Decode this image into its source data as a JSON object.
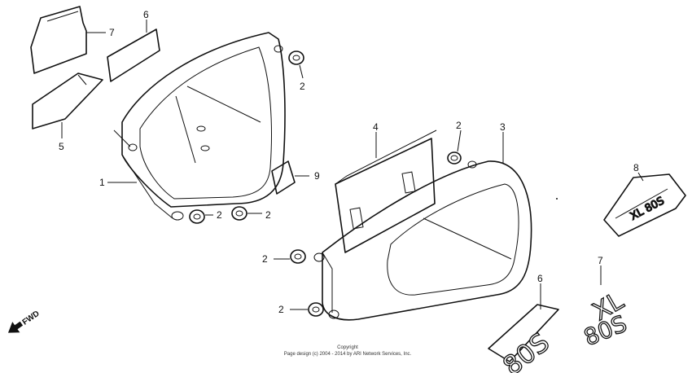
{
  "diagram": {
    "callouts": {
      "c2a": "2",
      "c2b": "2",
      "c2c": "2",
      "c2d": "2",
      "c2e": "2",
      "c2f": "2",
      "c1": "1",
      "c3": "3",
      "c4": "4",
      "c5": "5",
      "c6a": "6",
      "c6b": "6",
      "c7a": "7",
      "c7b": "7",
      "c8": "8",
      "c9": "9"
    },
    "direction_label": "FWD",
    "emblem_8": "XL 80S",
    "emblem_6": "80S",
    "emblem_7_top": "XL",
    "emblem_7_bottom": "80S",
    "copyright": {
      "line1": "Copyright",
      "line2": "Page design (c) 2004 - 2014 by ARI Network Services, Inc."
    }
  }
}
